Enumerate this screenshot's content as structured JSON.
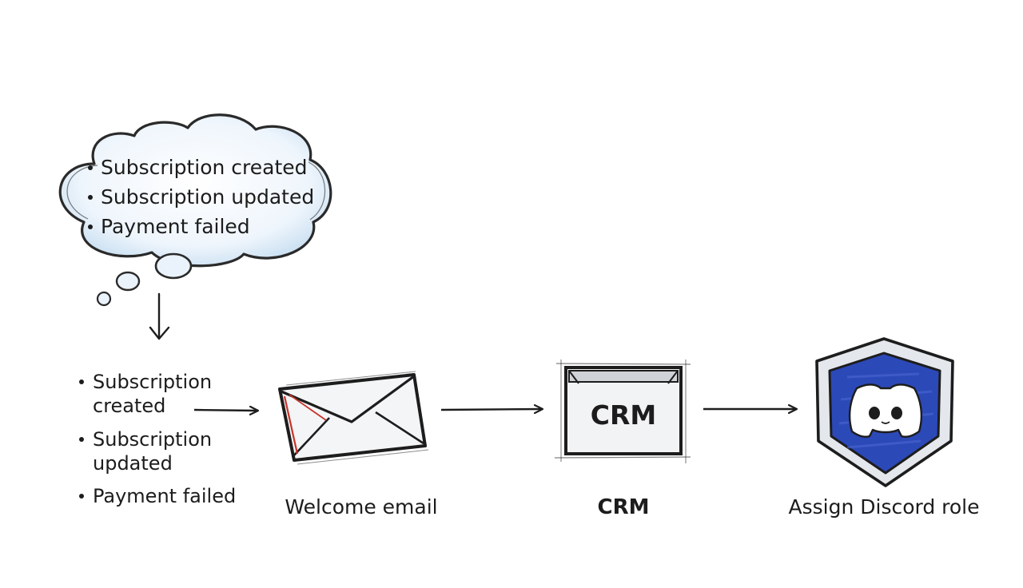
{
  "cloud": {
    "items": [
      "Subscription created",
      "Subscription updated",
      "Payment failed"
    ]
  },
  "events_list": {
    "items": [
      [
        "Subscription",
        "created"
      ],
      [
        "Subscription",
        "updated"
      ],
      [
        "Payment failed"
      ]
    ]
  },
  "steps": {
    "email": {
      "caption": "Welcome email",
      "icon": "envelope-icon"
    },
    "crm": {
      "caption": "CRM",
      "box_label": "CRM",
      "icon": "crm-box-icon"
    },
    "discord": {
      "caption": "Assign Discord role",
      "icon": "discord-shield-icon"
    }
  },
  "colors": {
    "cloud_fill": "#eaf3fb",
    "cloud_shadow": "#b9d6ee",
    "envelope_accent": "#c8332b",
    "discord_blue": "#2c49b8",
    "shield_outer": "#d9dde3"
  }
}
